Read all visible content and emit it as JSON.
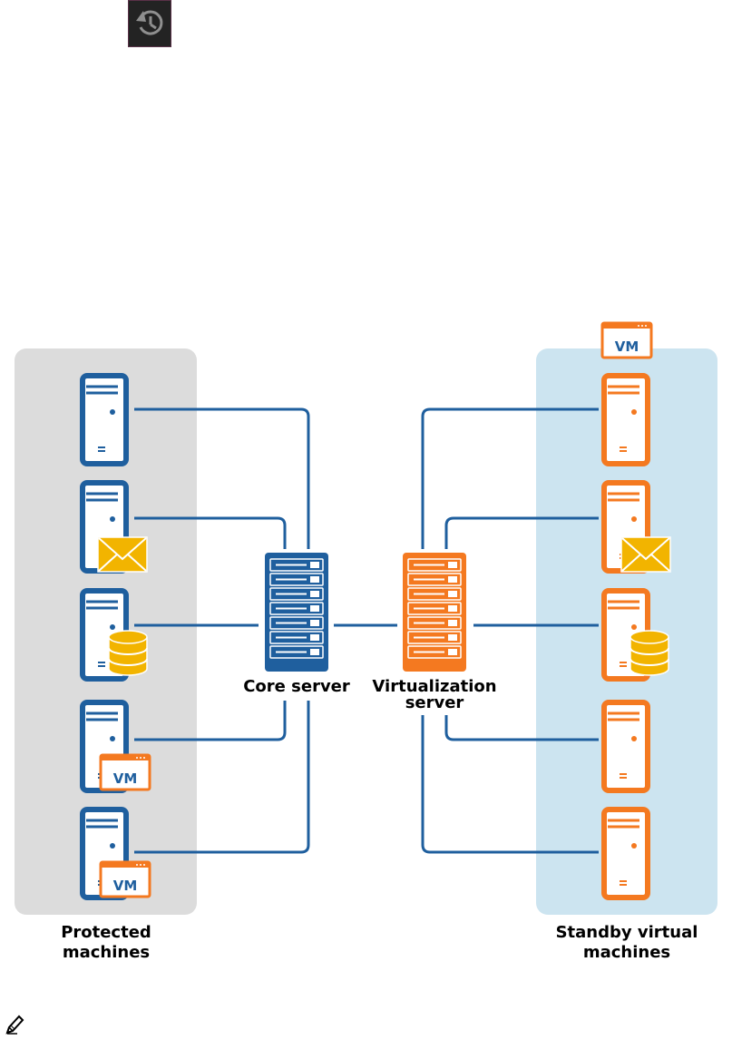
{
  "toolbar": {
    "restore_icon": "history-restore-icon"
  },
  "diagram": {
    "protected_label_line1": "Protected",
    "protected_label_line2": "machines",
    "standby_label_line1": "Standby virtual",
    "standby_label_line2": "machines",
    "core_label": "Core server",
    "virt_label_line1": "Virtualization",
    "virt_label_line2": "server",
    "vm_badge": "VM",
    "protected_machines": [
      {
        "type": "server"
      },
      {
        "type": "server",
        "badge": "mail-icon"
      },
      {
        "type": "server",
        "badge": "database-icon"
      },
      {
        "type": "server",
        "badge": "vm"
      },
      {
        "type": "server",
        "badge": "vm"
      }
    ],
    "standby_machines": [
      {
        "type": "server"
      },
      {
        "type": "server",
        "badge": "mail-icon"
      },
      {
        "type": "server",
        "badge": "database-icon"
      },
      {
        "type": "server"
      },
      {
        "type": "server"
      }
    ]
  },
  "colors": {
    "protected_panel": "#dcdcdc",
    "standby_panel": "#cce4f0",
    "blue": "#1f5f9e",
    "orange": "#f47920",
    "gold": "#f2b400",
    "toolbar_icon_bg": "#232323"
  },
  "footer": {
    "note_icon": "pencil-note-icon"
  }
}
